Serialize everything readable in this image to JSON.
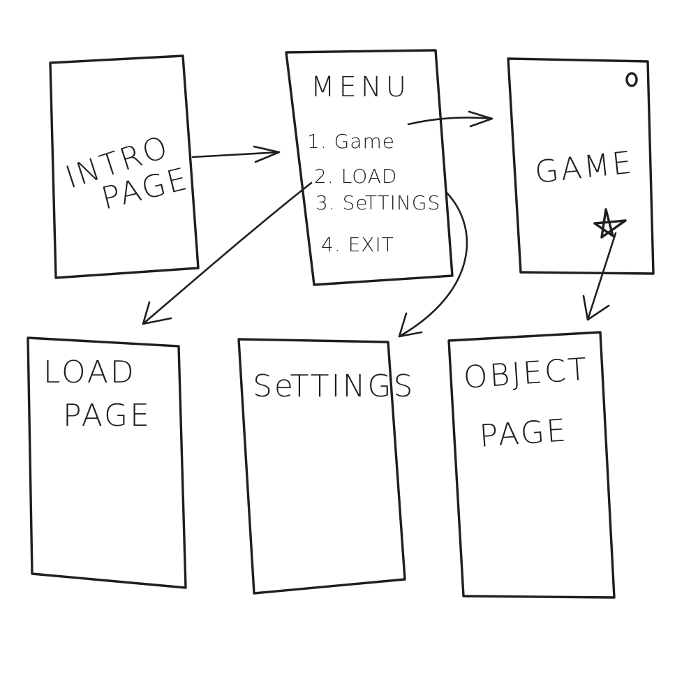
{
  "screens": {
    "intro": {
      "line1": "INTRO",
      "line2": "PAGE"
    },
    "menu": {
      "title": "MENU",
      "items": [
        {
          "label": "1. Game"
        },
        {
          "label": "2. LOAD"
        },
        {
          "label": "3. SeTTINGS"
        },
        {
          "label": "4. EXIT"
        }
      ]
    },
    "game": {
      "title": "GAME"
    },
    "load": {
      "line1": "LOAD",
      "line2": "PAGE"
    },
    "settings": {
      "title": "SeTTINGS"
    },
    "object": {
      "line1": "OBJECT",
      "line2": "PAGE"
    }
  },
  "flows": [
    {
      "from": "intro",
      "to": "menu"
    },
    {
      "from": "menu.game",
      "to": "game"
    },
    {
      "from": "menu.load",
      "to": "load"
    },
    {
      "from": "menu.settings",
      "to": "settings"
    },
    {
      "from": "game.star",
      "to": "object",
      "bidirectional": true
    }
  ]
}
